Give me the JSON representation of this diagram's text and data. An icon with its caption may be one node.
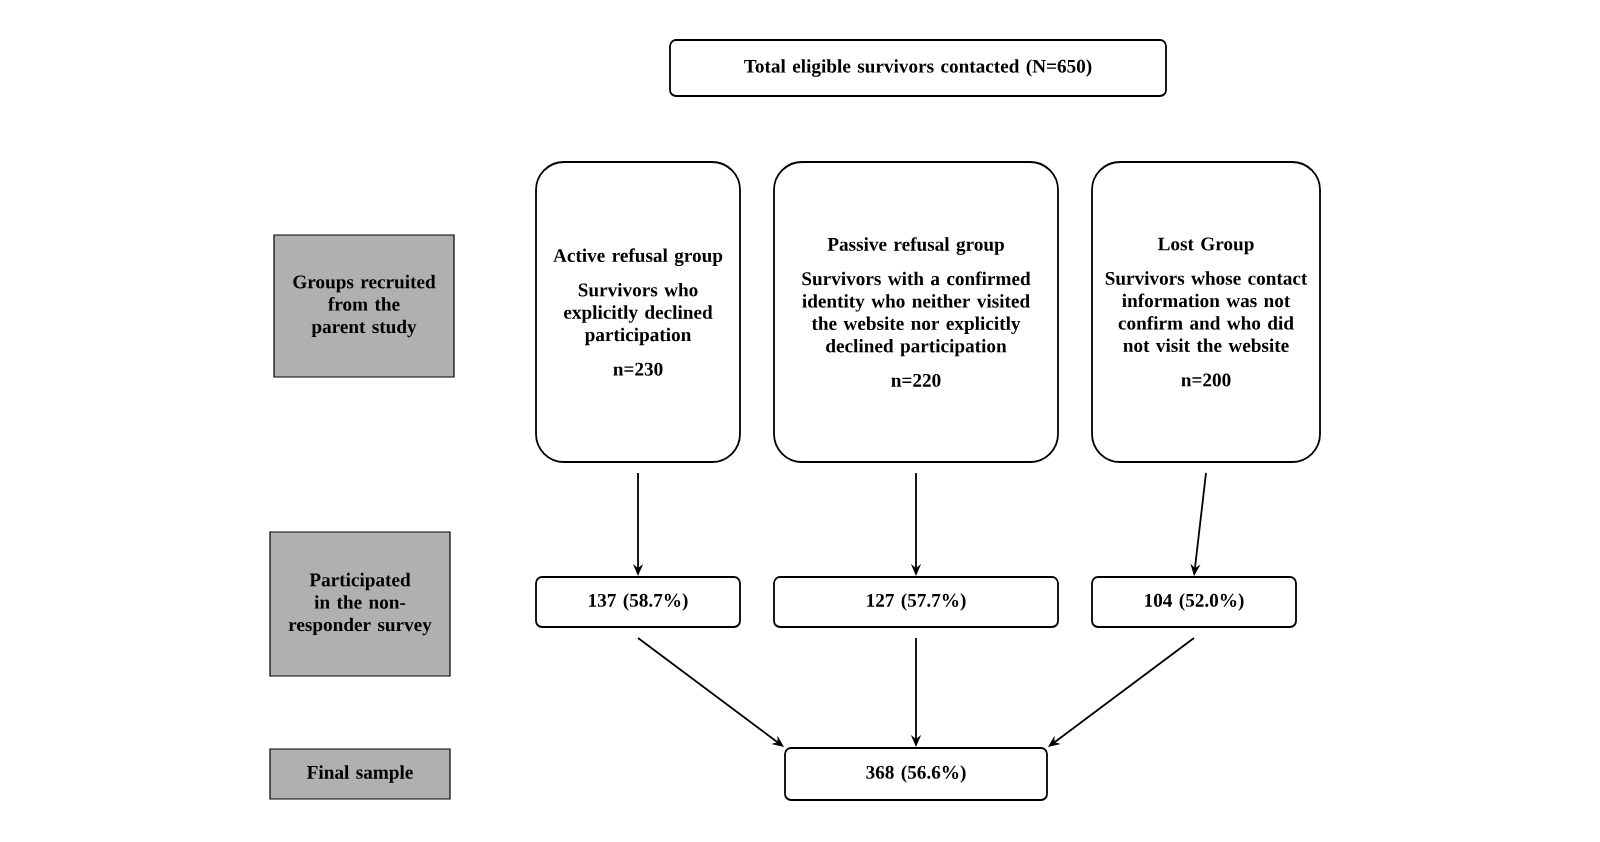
{
  "diagram": {
    "nodes": [
      {
        "text": [
          "Total eligible survivors contacted (N=650)"
        ]
      },
      {
        "text": [
          "Groups recruited from the parent study"
        ]
      },
      {
        "text": [
          "Active refusal group",
          "Survivors who explicitly declined participation",
          "n=230"
        ]
      },
      {
        "text": [
          "Passive refusal group",
          "Survivors with a confirmed identity who neither visited the website nor explicitly declined participation",
          "n=220"
        ]
      },
      {
        "text": [
          "Lost Group",
          "Survivors whose contact information was not confirm and who did not visit the website",
          "n=200"
        ]
      },
      {
        "text": [
          "Participated in the non-responder survey"
        ]
      },
      {
        "text": [
          "137 (58.7%)"
        ]
      },
      {
        "text": [
          "127 (57.7%)"
        ]
      },
      {
        "text": [
          "104 (52.0%)"
        ]
      },
      {
        "text": [
          "Final sample"
        ]
      },
      {
        "text": [
          "368 (56.6%)"
        ]
      }
    ],
    "edges": [
      {
        "from": 2,
        "to": 6,
        "arrow": "to"
      },
      {
        "from": 3,
        "to": 7,
        "arrow": "to"
      },
      {
        "from": 4,
        "to": 8,
        "arrow": "to"
      },
      {
        "from": 6,
        "to": 10,
        "arrow": "to"
      },
      {
        "from": 7,
        "to": 10,
        "arrow": "to"
      },
      {
        "from": 8,
        "to": 10,
        "arrow": "to"
      }
    ]
  }
}
